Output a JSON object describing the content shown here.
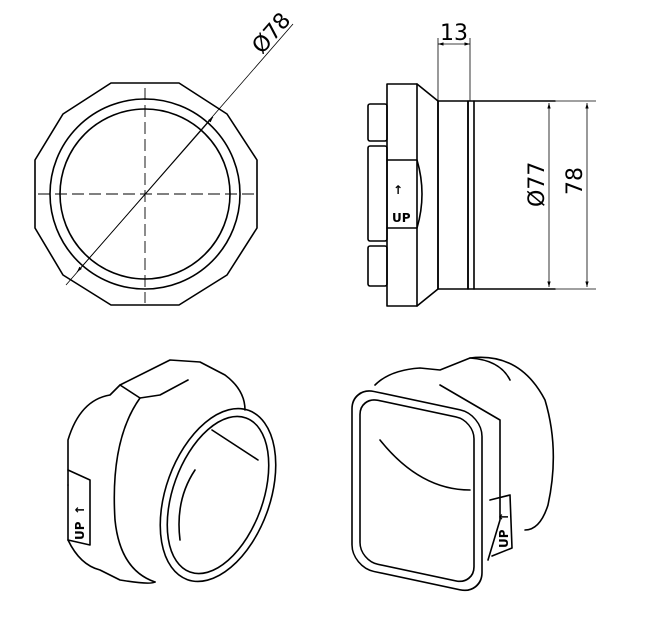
{
  "drawing": {
    "views": {
      "front": {
        "label": "front-view"
      },
      "side": {
        "label": "side-view"
      },
      "iso_left": {
        "label": "isometric-view-rear"
      },
      "iso_right": {
        "label": "isometric-view-front"
      }
    },
    "dimensions": {
      "outer_diameter": "Ø78",
      "spigot_diameter": "Ø77",
      "spigot_height": "78",
      "collar_width": "13"
    },
    "markings": {
      "up_label": "UP",
      "up_arrow": "↑"
    },
    "colors": {
      "line": "#000000",
      "background": "#ffffff"
    }
  }
}
